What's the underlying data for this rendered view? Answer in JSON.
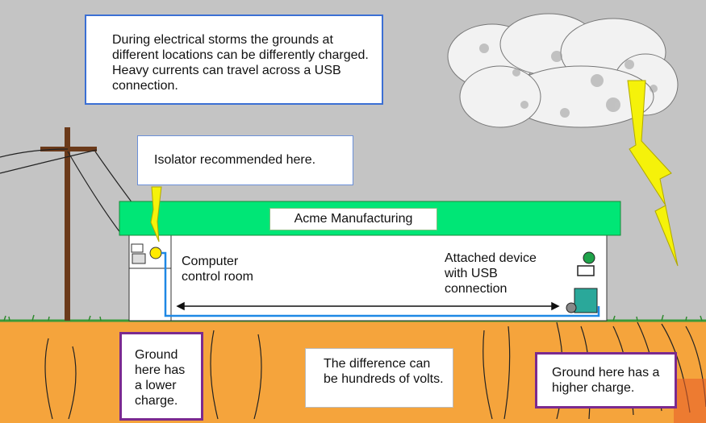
{
  "callouts": {
    "storm_note": "During electrical storms the grounds at different locations can be differently charged.  Heavy currents can travel across a USB connection.",
    "isolator_note": "Isolator recommended here.",
    "lower_ground": "Ground here has a lower charge.",
    "difference": "The difference can be hundreds of volts.",
    "higher_ground": "Ground here has a higher charge."
  },
  "building": {
    "sign": "Acme Manufacturing",
    "control_room": "Computer control room",
    "device": "Attached device with USB connection"
  },
  "colors": {
    "sky": "#c4c4c4",
    "ground": "#f5a43c",
    "roof": "#00e676",
    "lightning": "#f5f20a",
    "cable": "#1e88e5",
    "callout_border_blue": "#3b6fd4",
    "callout_border_purple": "#7b2a8f"
  }
}
